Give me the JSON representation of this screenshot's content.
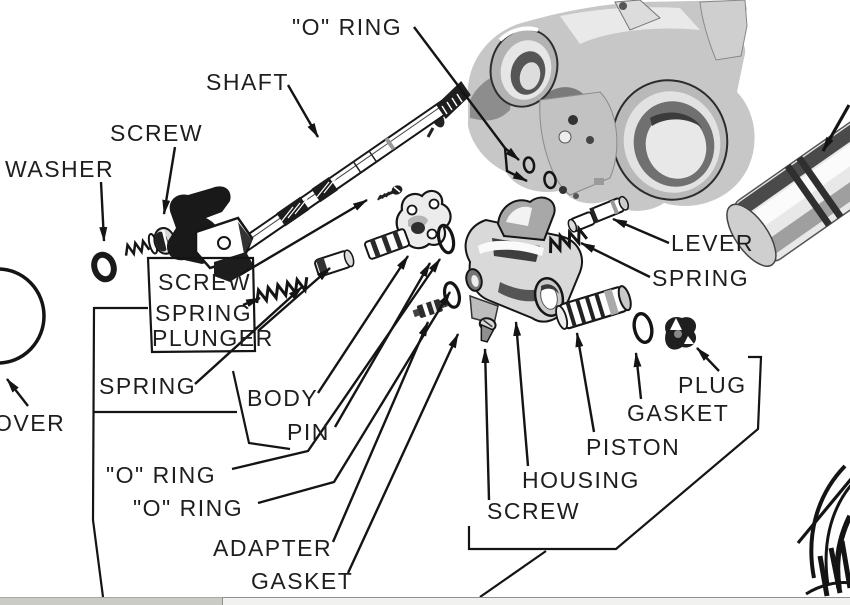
{
  "labels": {
    "o_ring_top": "\"O\" RING",
    "shaft": "SHAFT",
    "screw_top": "SCREW",
    "washer": "WASHER",
    "screw_box": "SCREW",
    "spring_box": "SPRING",
    "plunger": "PLUNGER",
    "spring_left": "SPRING",
    "body": "BODY",
    "pin": "PIN",
    "o_ring_1": "\"O\" RING",
    "o_ring_2": "\"O\" RING",
    "adapter": "ADAPTER",
    "gasket_bottom": "GASKET",
    "lever": "LEVER",
    "spring_right": "SPRING",
    "plug": "PLUG",
    "gasket_right": "GASKET",
    "piston": "PISTON",
    "housing": "HOUSING",
    "screw_bottom": "SCREW",
    "cover_partial": "OVER"
  },
  "colors": {
    "ink": "#141414",
    "paper": "#ffffff",
    "scrollbar_thumb": "#cbcbc6",
    "scrollbar_track": "#f1f1ef"
  }
}
